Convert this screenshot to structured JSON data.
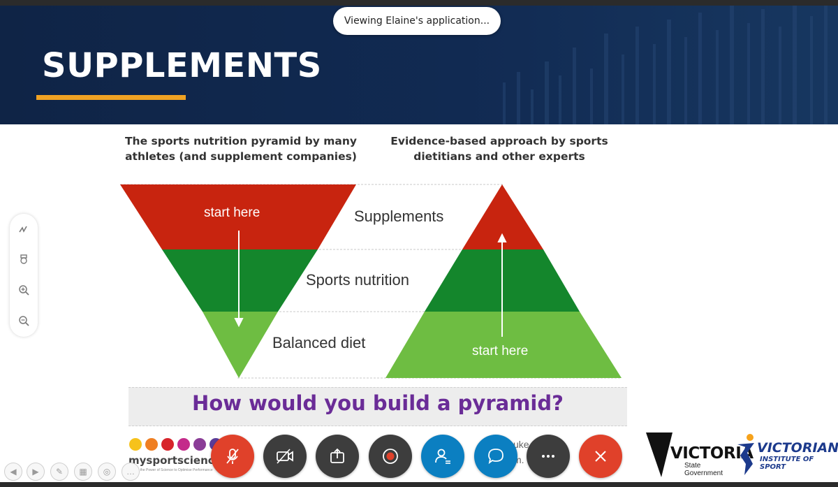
{
  "share_banner": {
    "text": "Viewing Elaine's application..."
  },
  "slide": {
    "title": "SUPPLEMENTS",
    "left_heading": "The sports nutrition pyramid by many athletes (and supplement companies)",
    "right_heading": "Evidence-based approach by sports dietitians and other experts",
    "levels": [
      "Supplements",
      "Sports nutrition",
      "Balanced diet"
    ],
    "start_left": "start here",
    "start_right": "start here",
    "question": "How would you build a pyramid?",
    "colors": {
      "red": "#c8240f",
      "dark_green": "#14862c",
      "light_green": "#6ebd42",
      "purple": "#6a2c97",
      "accent": "#f0a223",
      "navy": "#0f2446"
    }
  },
  "logos": {
    "mysportscience": {
      "text": "mysportscienc",
      "tagline": "Unlock the Power of Science to Optimise Performance"
    },
    "partial_text_1": "uke",
    "partial_text_2": "m.   ci",
    "victoria": {
      "name": "VICTORIA",
      "sub": "State Government"
    },
    "vis": {
      "name": "VICTORIAN",
      "sub": "INSTITUTE OF SPORT"
    }
  },
  "sidebar_tools": [
    "annotate-icon",
    "pointer-icon",
    "zoom-in-icon",
    "zoom-out-icon"
  ],
  "controls": [
    {
      "name": "mute-microphone-button",
      "icon": "microphone-off-icon"
    },
    {
      "name": "video-button",
      "icon": "video-off-icon"
    },
    {
      "name": "share-button",
      "icon": "share-icon"
    },
    {
      "name": "record-button",
      "icon": "record-icon"
    },
    {
      "name": "participants-button",
      "icon": "participants-icon"
    },
    {
      "name": "chat-button",
      "icon": "chat-icon"
    },
    {
      "name": "more-options-button",
      "icon": "more-icon"
    },
    {
      "name": "leave-meeting-button",
      "icon": "close-icon"
    }
  ]
}
